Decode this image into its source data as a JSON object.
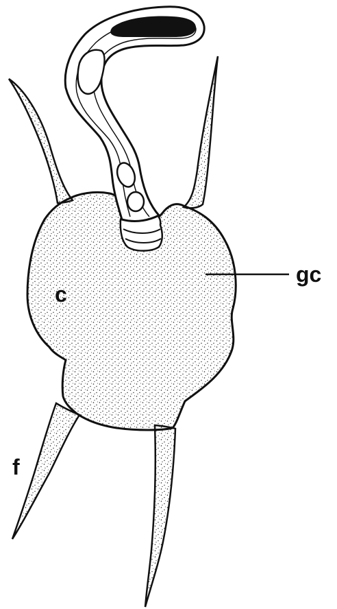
{
  "labels": {
    "gc": "gc",
    "c": "c",
    "f": "f"
  },
  "colors": {
    "ink": "#111111",
    "paper": "#ffffff",
    "stipple": "#222222"
  }
}
